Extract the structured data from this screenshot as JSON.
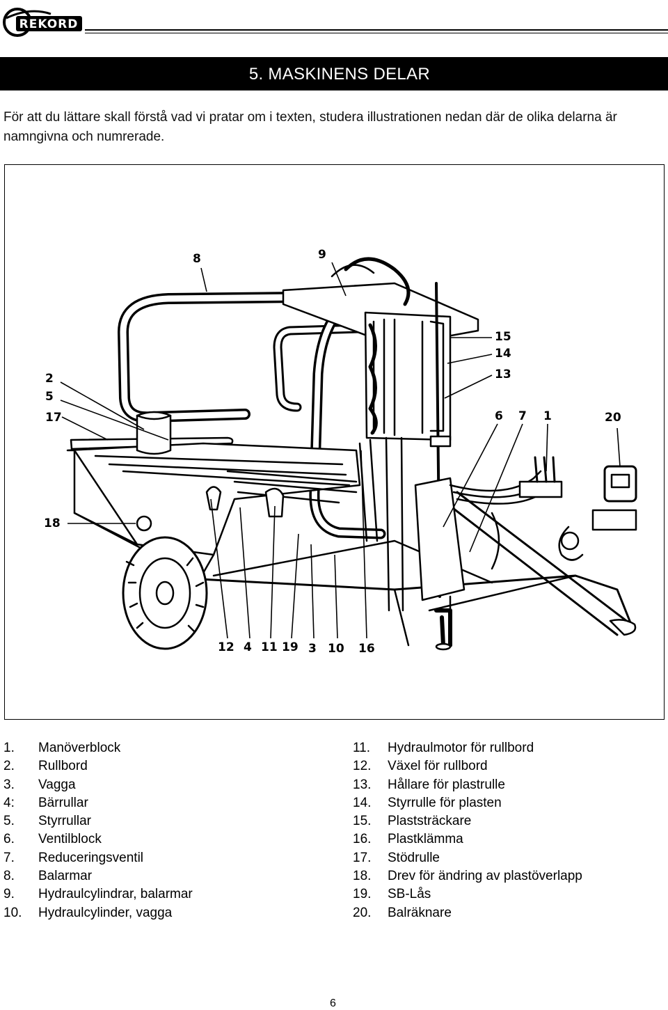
{
  "header": {
    "logo_text": "REKORD"
  },
  "section": {
    "title": "5. MASKINENS DELAR"
  },
  "intro": {
    "text": "För att du lättare skall förstå vad vi pratar om i texten, studera illustrationen nedan där de olika delarna är namngivna och numrerade."
  },
  "figure": {
    "callouts": [
      "8",
      "9",
      "15",
      "14",
      "13",
      "2",
      "5",
      "17",
      "6",
      "7",
      "1",
      "20",
      "18",
      "12",
      "4",
      "11",
      "19",
      "3",
      "10",
      "16"
    ]
  },
  "legend": {
    "left": [
      {
        "num": "1.",
        "label": "Manöverblock"
      },
      {
        "num": "2.",
        "label": "Rullbord"
      },
      {
        "num": "3.",
        "label": "Vagga"
      },
      {
        "num": "4:",
        "label": "Bärrullar"
      },
      {
        "num": "5.",
        "label": "Styrrullar"
      },
      {
        "num": "6.",
        "label": "Ventilblock"
      },
      {
        "num": "7.",
        "label": "Reduceringsventil"
      },
      {
        "num": "8.",
        "label": "Balarmar"
      },
      {
        "num": "9.",
        "label": "Hydraulcylindrar, balarmar"
      },
      {
        "num": "10.",
        "label": "Hydraulcylinder, vagga"
      }
    ],
    "right": [
      {
        "num": "11.",
        "label": "Hydraulmotor för rullbord"
      },
      {
        "num": "12.",
        "label": "Växel för rullbord"
      },
      {
        "num": "13.",
        "label": "Hållare för plastrulle"
      },
      {
        "num": "14.",
        "label": "Styrrulle för plasten"
      },
      {
        "num": "15.",
        "label": "Plaststräckare"
      },
      {
        "num": "16.",
        "label": "Plastklämma"
      },
      {
        "num": "17.",
        "label": "Stödrulle"
      },
      {
        "num": "18.",
        "label": "Drev för ändring av plastöverlapp"
      },
      {
        "num": "19.",
        "label": "SB-Lås"
      },
      {
        "num": "20.",
        "label": "Balräknare"
      }
    ]
  },
  "footer": {
    "page_number": "6"
  }
}
